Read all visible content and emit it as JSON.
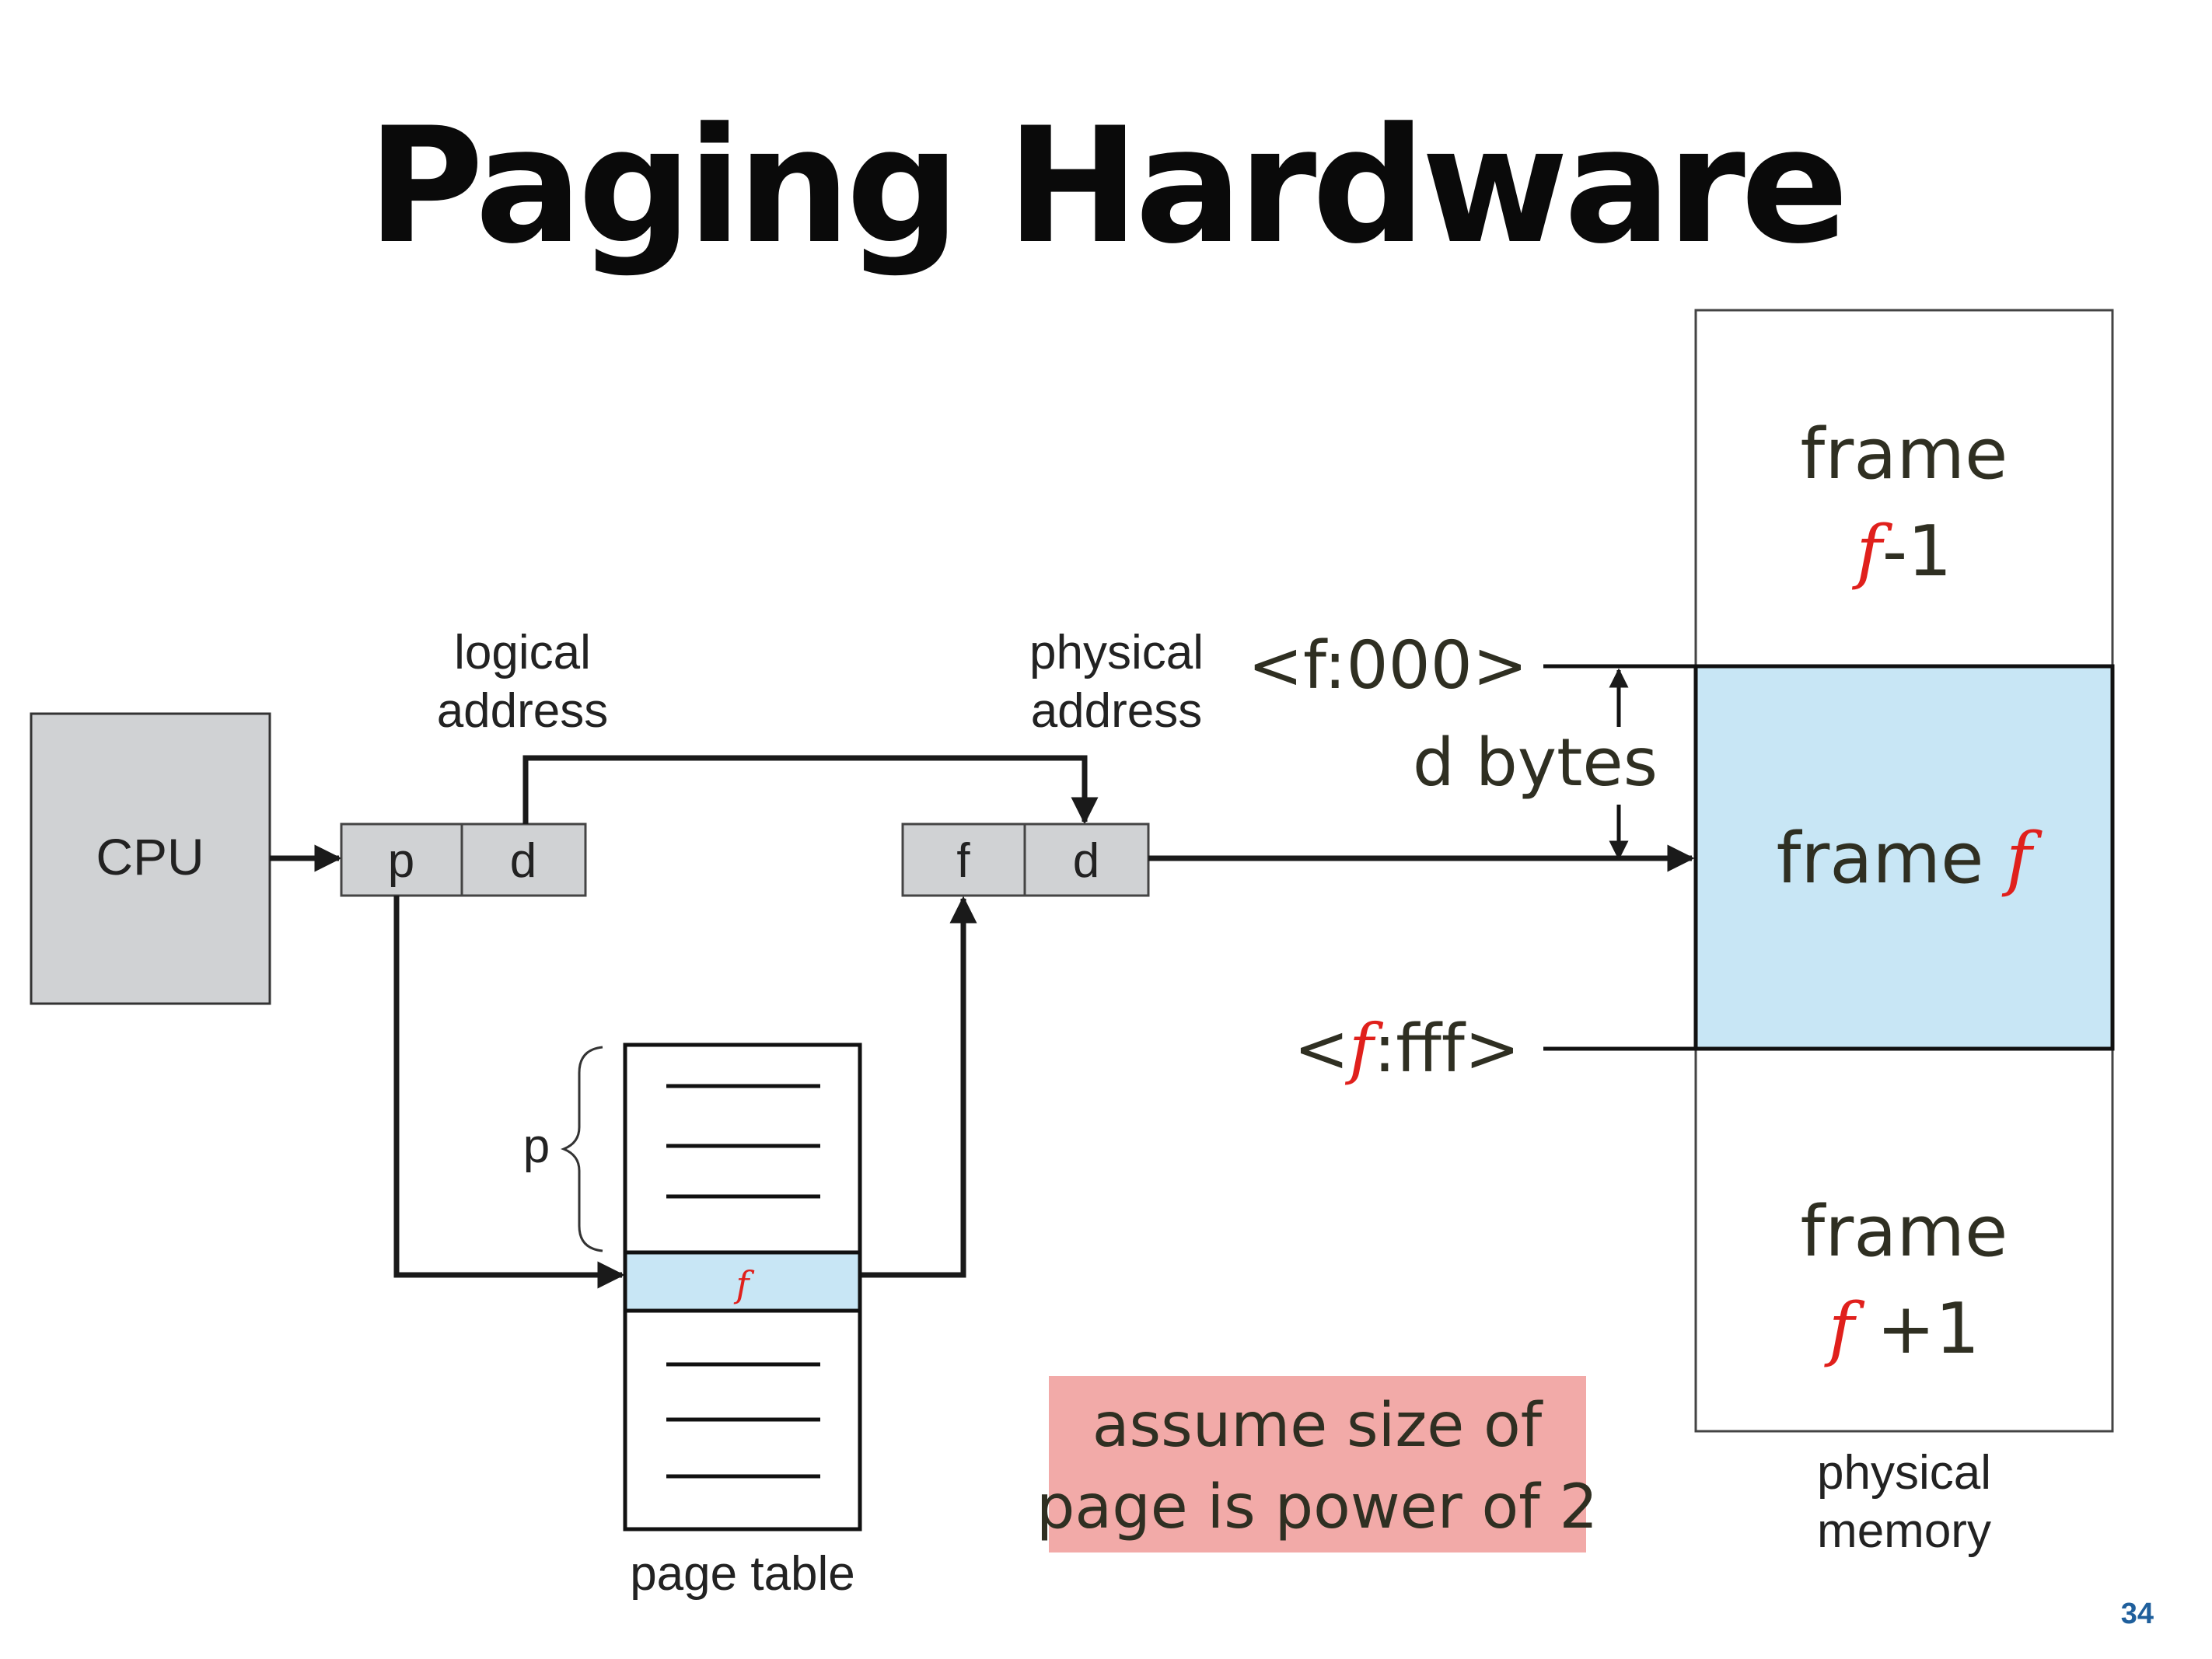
{
  "slide": {
    "title": "Paging Hardware",
    "slide_number": "34"
  },
  "colors": {
    "highlight_blue": "#c8e6f5",
    "register_gray": "#d0d2d4",
    "note_pink": "#f2aaa8",
    "accent_red": "#e0201c",
    "slide_number_blue": "#1f5f9c"
  },
  "diagram": {
    "cpu_label": "CPU",
    "logical_address": {
      "label_line1": "logical",
      "label_line2": "address",
      "field_p": "p",
      "field_d": "d"
    },
    "physical_address": {
      "label_line1": "physical",
      "label_line2": "address",
      "field_f": "f",
      "field_d": "d"
    },
    "page_table": {
      "label": "page table",
      "brace_label": "p",
      "entry_value": "f",
      "entries_above": 3,
      "entries_below": 3
    },
    "physical_memory": {
      "label_line1": "physical",
      "label_line2": "memory",
      "frames": [
        {
          "line1": "frame",
          "var": "f",
          "suffix": "-1"
        },
        {
          "line1": "frame",
          "var": "f",
          "suffix": ""
        },
        {
          "line1": "frame",
          "var": "f",
          "suffix": " +1"
        }
      ]
    },
    "boundary_start": {
      "prefix": "<",
      "var": "f",
      "suffix": ":000>"
    },
    "boundary_end": {
      "prefix": "<",
      "var": "f",
      "suffix": ":fff>"
    },
    "offset_label": "d bytes",
    "note_line1": "assume size of",
    "note_line2": "page is power of 2"
  }
}
